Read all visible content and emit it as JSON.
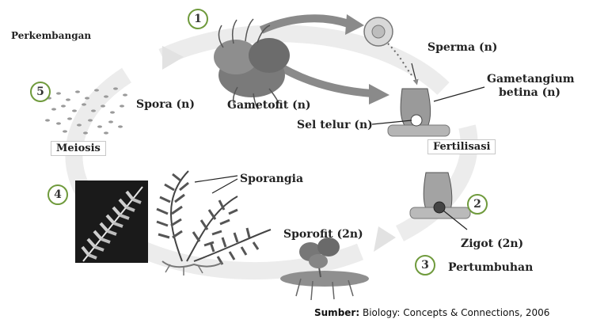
{
  "labels": {
    "perkembangan": "Perkembangan",
    "spora": "Spora (n)",
    "gametofit": "Gametofit (n)",
    "sperma": "Sperma (n)",
    "gametangium": "Gametangium",
    "betina": "betina (n)",
    "sel_telur": "Sel telur (n)",
    "fertilisasi": "Fertilisasi",
    "meiosis": "Meiosis",
    "sporangia": "Sporangia",
    "sporofit": "Sporofit (2n)",
    "zigot": "Zigot (2n)",
    "pertumbuhan": "Pertumbuhan"
  },
  "steps": [
    "1",
    "2",
    "3",
    "4",
    "5"
  ],
  "source": {
    "prefix": "Sumber:",
    "text": " Biology: Concepts & Connections, 2006"
  },
  "colors": {
    "cycle_arrow": "#e8e8e8",
    "gametophyte_arrow": "#8a8a8a",
    "step_circle": "#6f9a3c"
  }
}
